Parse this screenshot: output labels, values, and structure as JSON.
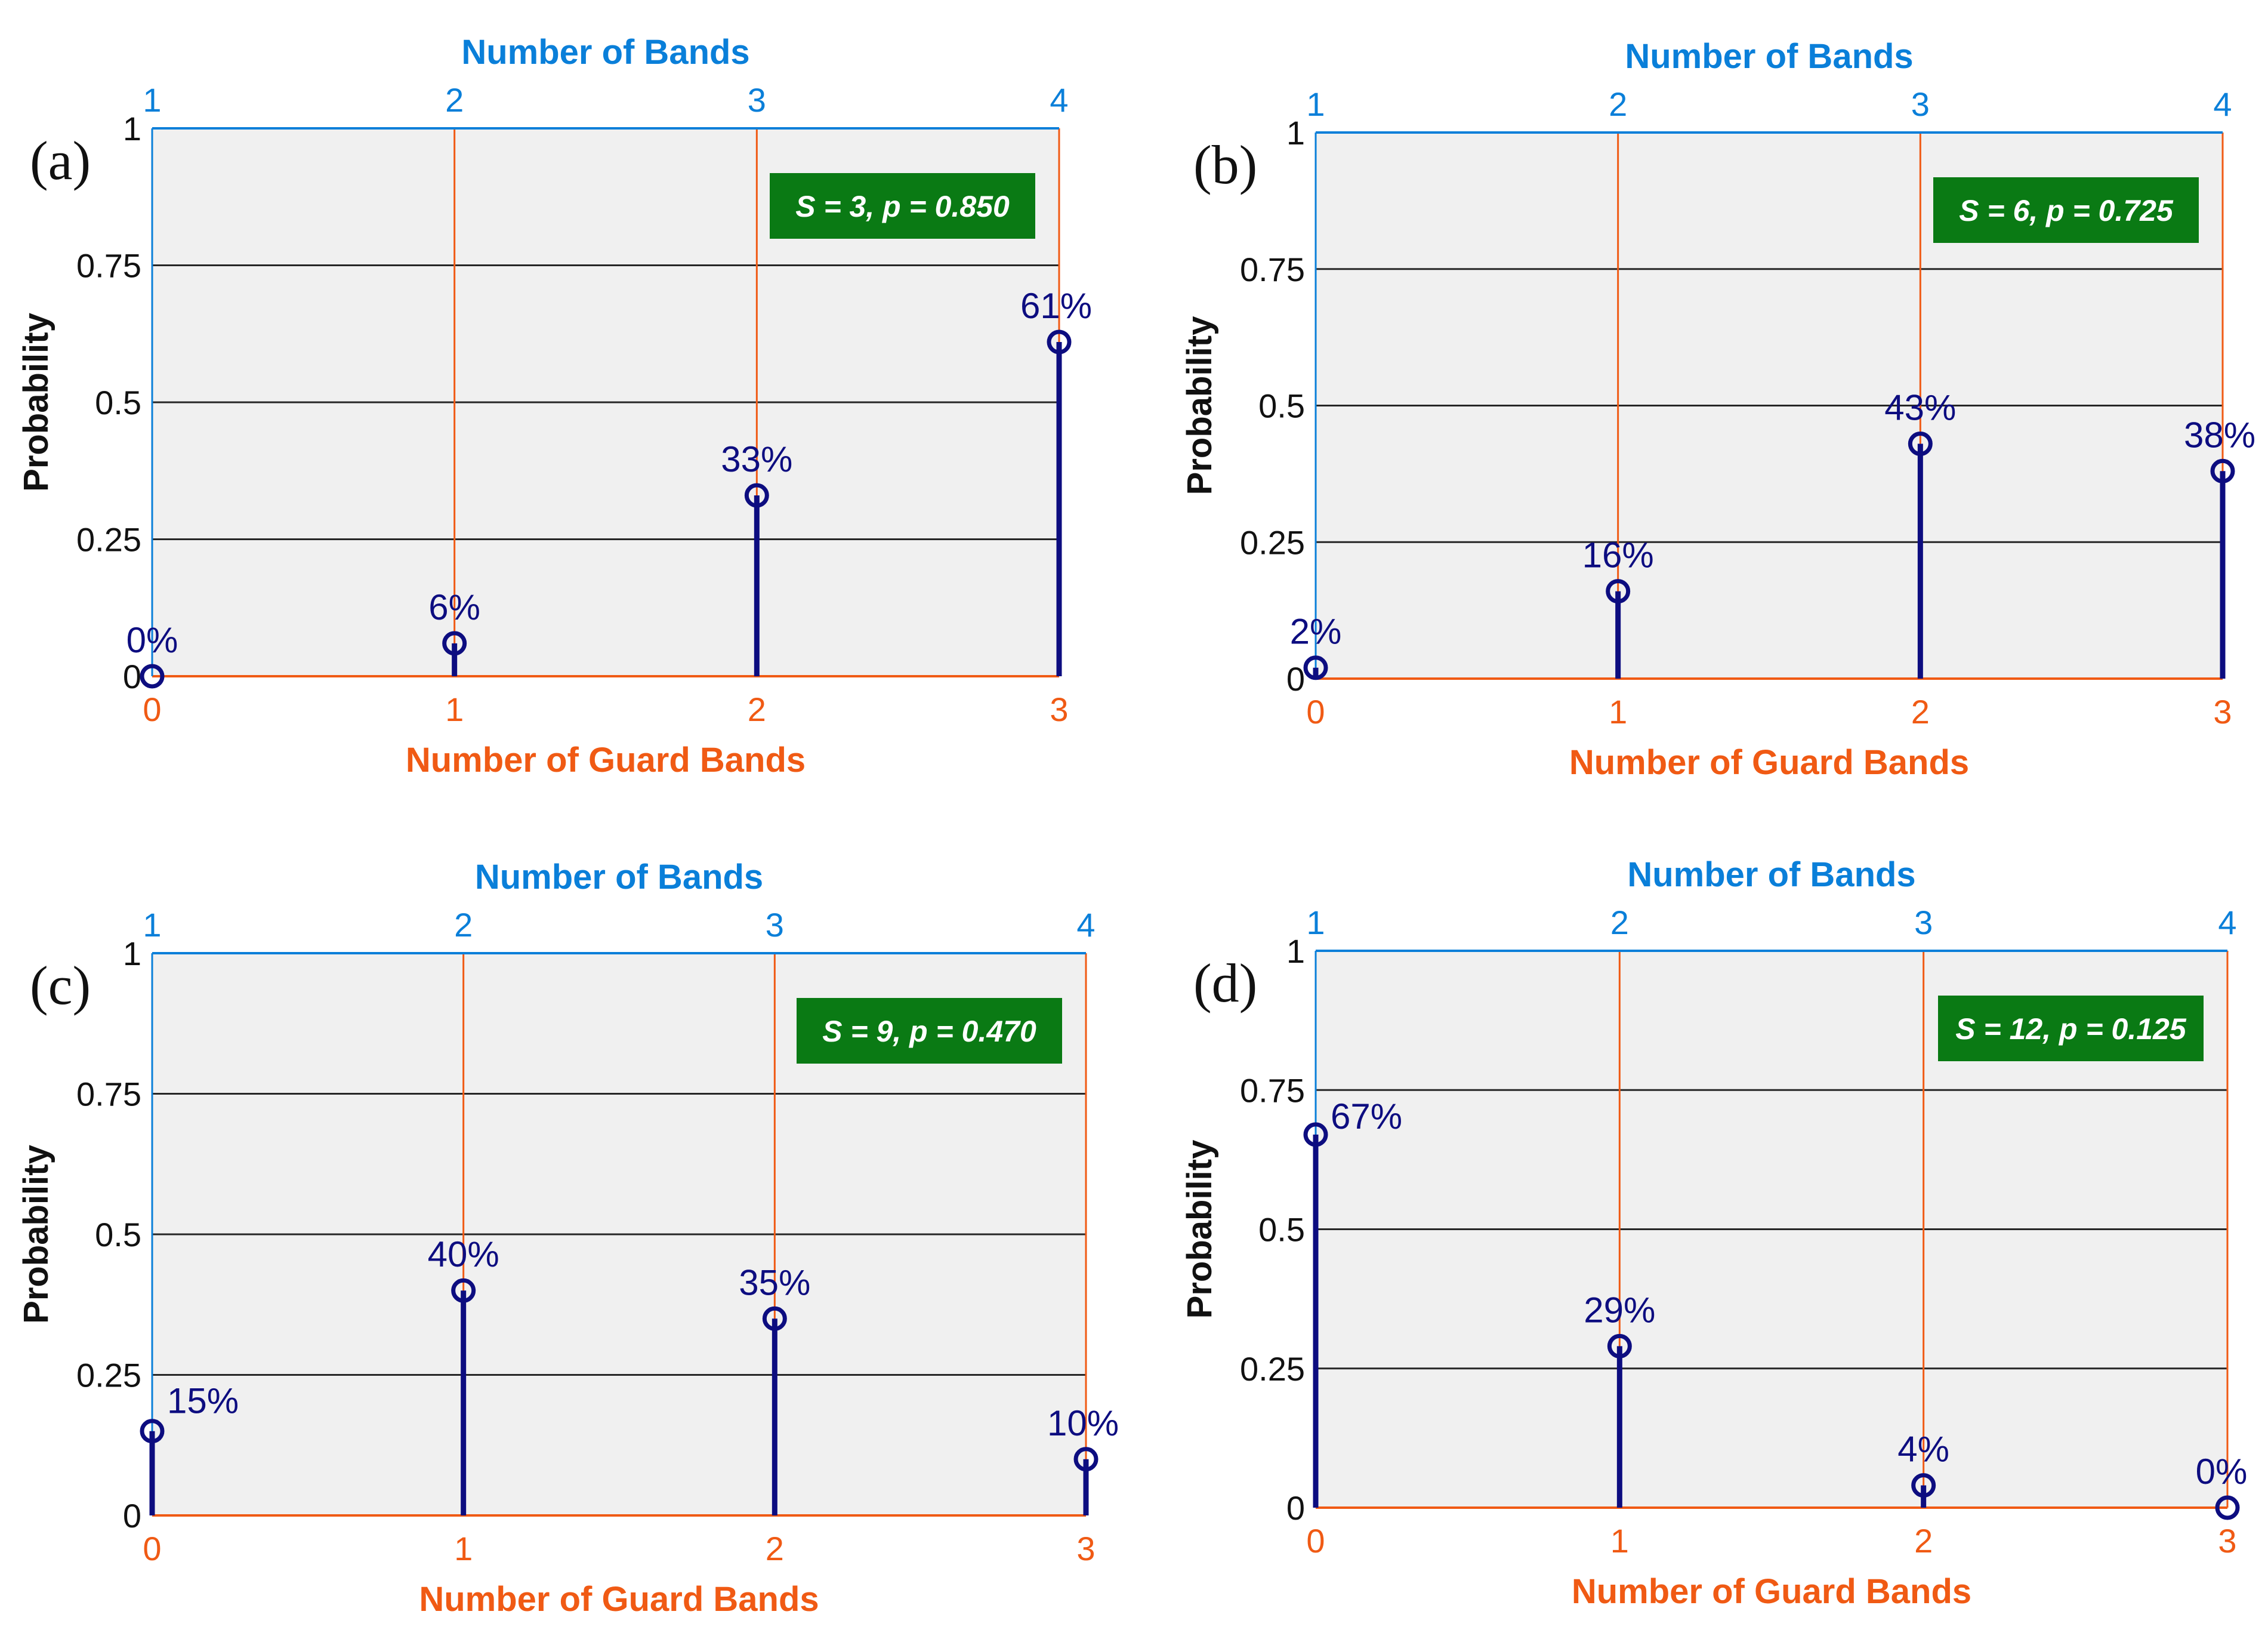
{
  "colors": {
    "plot_bg": "#f0f0f0",
    "grid": "#262626",
    "stem": "#0d0d80",
    "top_axis": "#0a7fd9",
    "bottom_axis": "#f05a14",
    "vgrid": "#f05a14",
    "annotation_bg": "#0a7a14",
    "annotation_text": "#ffffff"
  },
  "chart_data": [
    {
      "type": "stem",
      "panel_label": "(a)",
      "annotation": "S = 3, p = 0.850",
      "xlabel": "Number of Guard Bands",
      "x2label": "Number of Bands",
      "ylabel": "Probability",
      "x": [
        0,
        1,
        2,
        3
      ],
      "x_ticks": [
        "0",
        "1",
        "2",
        "3"
      ],
      "x2_ticks": [
        "1",
        "2",
        "3",
        "4"
      ],
      "y_ticks": [
        "0",
        "0.25",
        "0.5",
        "0.75",
        "1"
      ],
      "ylim": [
        0,
        1
      ],
      "values": [
        0.0,
        0.06,
        0.33,
        0.61
      ],
      "data_labels": [
        "0%",
        "6%",
        "33%",
        "61%"
      ]
    },
    {
      "type": "stem",
      "panel_label": "(b)",
      "annotation": "S = 6, p = 0.725",
      "xlabel": "Number of Guard Bands",
      "x2label": "Number of Bands",
      "ylabel": "Probability",
      "x": [
        0,
        1,
        2,
        3
      ],
      "x_ticks": [
        "0",
        "1",
        "2",
        "3"
      ],
      "x2_ticks": [
        "1",
        "2",
        "3",
        "4"
      ],
      "y_ticks": [
        "0",
        "0.25",
        "0.5",
        "0.75",
        "1"
      ],
      "ylim": [
        0,
        1
      ],
      "values": [
        0.02,
        0.16,
        0.43,
        0.38
      ],
      "data_labels": [
        "2%",
        "16%",
        "43%",
        "38%"
      ]
    },
    {
      "type": "stem",
      "panel_label": "(c)",
      "annotation": "S = 9, p = 0.470",
      "xlabel": "Number of Guard Bands",
      "x2label": "Number of Bands",
      "ylabel": "Probability",
      "x": [
        0,
        1,
        2,
        3
      ],
      "x_ticks": [
        "0",
        "1",
        "2",
        "3"
      ],
      "x2_ticks": [
        "1",
        "2",
        "3",
        "4"
      ],
      "y_ticks": [
        "0",
        "0.25",
        "0.5",
        "0.75",
        "1"
      ],
      "ylim": [
        0,
        1
      ],
      "values": [
        0.15,
        0.4,
        0.35,
        0.1
      ],
      "data_labels": [
        "15%",
        "40%",
        "35%",
        "10%"
      ]
    },
    {
      "type": "stem",
      "panel_label": "(d)",
      "annotation": "S = 12, p = 0.125",
      "xlabel": "Number of Guard Bands",
      "x2label": "Number of Bands",
      "ylabel": "Probability",
      "x": [
        0,
        1,
        2,
        3
      ],
      "x_ticks": [
        "0",
        "1",
        "2",
        "3"
      ],
      "x2_ticks": [
        "1",
        "2",
        "3",
        "4"
      ],
      "y_ticks": [
        "0",
        "0.25",
        "0.5",
        "0.75",
        "1"
      ],
      "ylim": [
        0,
        1
      ],
      "values": [
        0.67,
        0.29,
        0.04,
        0.0
      ],
      "data_labels": [
        "67%",
        "29%",
        "4%",
        "0%"
      ]
    }
  ]
}
